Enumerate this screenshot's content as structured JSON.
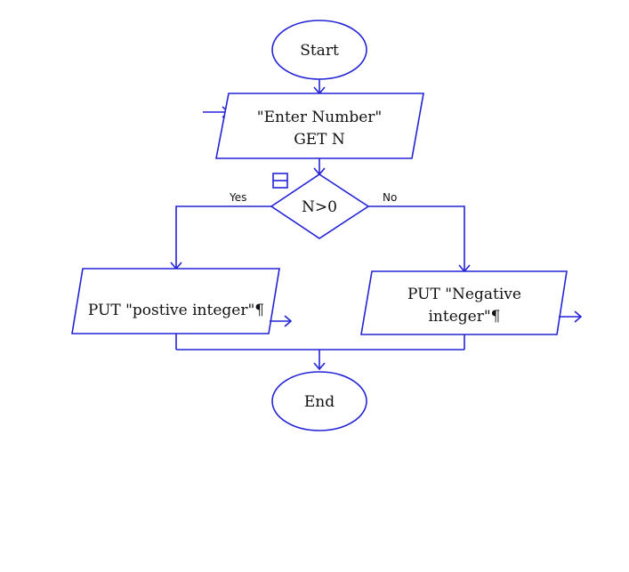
{
  "flowchart": {
    "start_label": "Start",
    "input_line1": "\"Enter Number\"",
    "input_line2": "GET N",
    "decision_label": "N>0",
    "yes_label": "Yes",
    "no_label": "No",
    "output_positive_line1": "PUT \"postive integer\"¶",
    "output_negative_line1": "PUT \"Negative",
    "output_negative_line2": "integer\"¶",
    "end_label": "End"
  },
  "colors": {
    "stroke": "#2323d6",
    "text": "#111111",
    "background": "#ffffff"
  }
}
